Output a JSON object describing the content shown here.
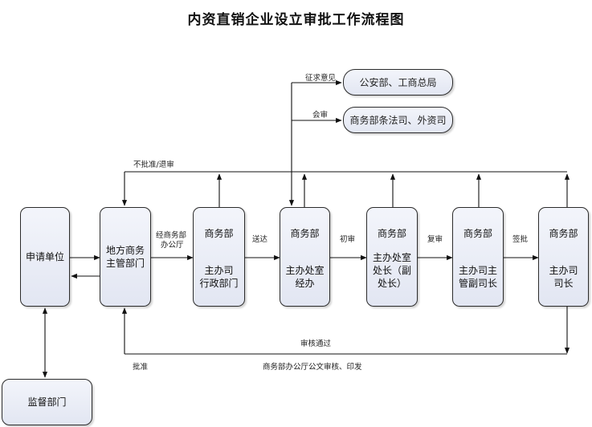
{
  "title": "内资直销企业设立审批工作流程图",
  "nodes": {
    "applicant": "申请单位",
    "local_dept": [
      "地方商务",
      "主管部门"
    ],
    "admin_office": [
      "商务部",
      "主办司",
      "行政部门"
    ],
    "handler": [
      "商务部",
      "主办处室",
      "经办"
    ],
    "section_chief": [
      "商务部",
      "主办处室",
      "处长（副",
      "处长）"
    ],
    "deputy_director": [
      "商务部",
      "主办司主",
      "管副司长"
    ],
    "director": [
      "商务部",
      "主办司",
      "司长"
    ],
    "supervisor": "监督部门",
    "police": "公安部、工商总局",
    "legal": "商务部条法司、外资司"
  },
  "labels": {
    "solicit": "征求意见",
    "joint": "会审",
    "reject": "不批准/退审",
    "via_office": [
      "经商务部",
      "办公厅"
    ],
    "deliver": "送达",
    "first_review": "初审",
    "second_review": "复审",
    "sign": "签批",
    "approved": "审核通过",
    "approve": "批准",
    "issue": "商务部办公厅公文审核、印发"
  }
}
